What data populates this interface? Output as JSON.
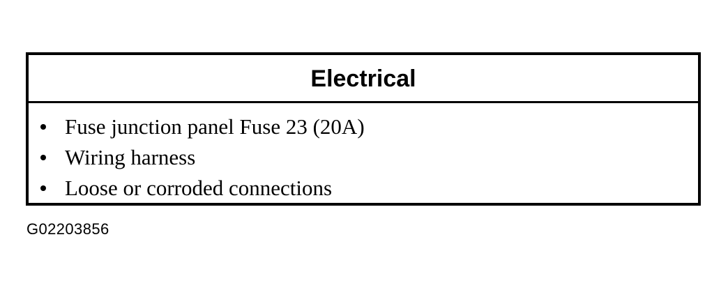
{
  "page": {
    "background_color": "#ffffff",
    "ink_color": "#000000"
  },
  "table": {
    "title": "Electrical",
    "border_color": "#000000",
    "items": [
      {
        "bullet": "bullet-dot",
        "text": "Fuse junction panel Fuse 23 (20A)"
      },
      {
        "bullet": "bullet-dot",
        "text": "Wiring harness"
      },
      {
        "bullet": "bullet-dot",
        "text": "Loose or corroded connections"
      }
    ]
  },
  "caption": {
    "text": "G02203856"
  }
}
